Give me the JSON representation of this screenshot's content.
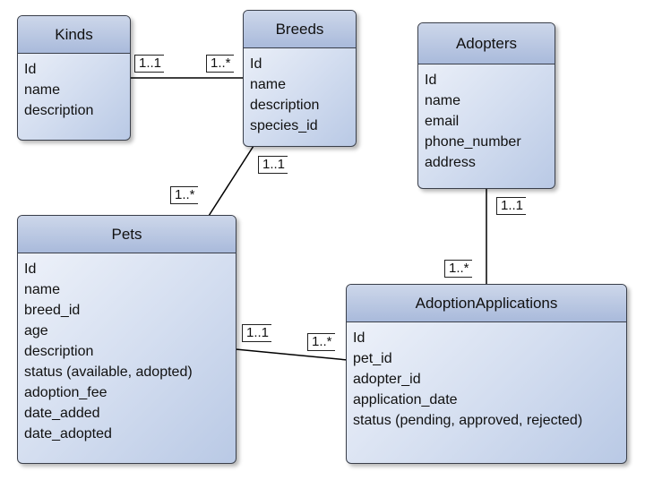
{
  "entities": {
    "kinds": {
      "title": "Kinds",
      "attributes": [
        "Id",
        "name",
        "description"
      ]
    },
    "breeds": {
      "title": "Breeds",
      "attributes": [
        "Id",
        "name",
        "description",
        "species_id"
      ]
    },
    "adopters": {
      "title": "Adopters",
      "attributes": [
        "Id",
        "name",
        "email",
        "phone_number",
        "address"
      ]
    },
    "pets": {
      "title": "Pets",
      "attributes": [
        "Id",
        "name",
        "breed_id",
        "age",
        "description",
        "status (available, adopted)",
        "adoption_fee",
        "date_added",
        "date_adopted"
      ]
    },
    "applications": {
      "title": "AdoptionApplications",
      "attributes": [
        "Id",
        "pet_id",
        "adopter_id",
        "application_date",
        "status (pending, approved, rejected)"
      ]
    }
  },
  "relationships": [
    {
      "from": "Kinds",
      "to": "Breeds",
      "from_multiplicity": "1..1",
      "to_multiplicity": "1..*"
    },
    {
      "from": "Breeds",
      "to": "Pets",
      "from_multiplicity": "1..1",
      "to_multiplicity": "1..*"
    },
    {
      "from": "Adopters",
      "to": "AdoptionApplications",
      "from_multiplicity": "1..1",
      "to_multiplicity": "1..*"
    },
    {
      "from": "Pets",
      "to": "AdoptionApplications",
      "from_multiplicity": "1..1",
      "to_multiplicity": "1..*"
    }
  ],
  "colors": {
    "header": "#b4c4e0",
    "body": "#d4def0",
    "border": "#3a3f4a",
    "line": "#000000"
  }
}
